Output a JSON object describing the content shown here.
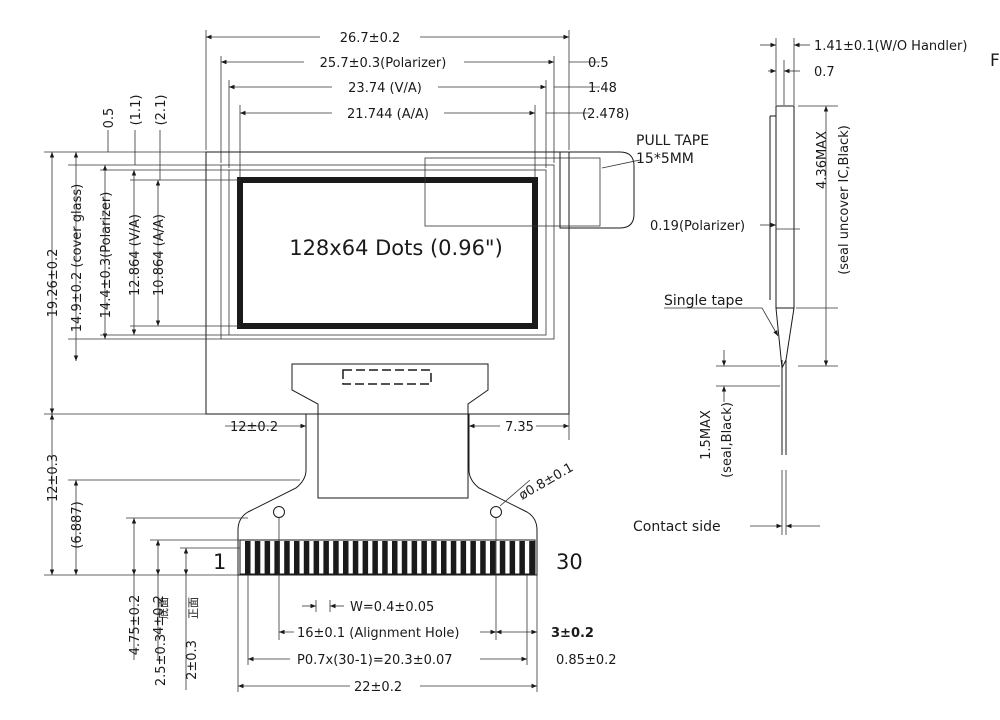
{
  "top_dims": {
    "overall": "26.7±0.2",
    "polarizer": "25.7±0.3(Polarizer)",
    "va": "23.74 (V/A)",
    "aa": "21.744 (A/A)",
    "pol_offset": "0.5",
    "va_offset": "1.48",
    "aa_offset": "(2.478)"
  },
  "left_dims": {
    "top_05": "0.5",
    "top_11": "(1.1)",
    "top_21": "(2.1)",
    "overall_h": "19.26±0.2",
    "cover_glass": "14.9±0.2 (cover glass)",
    "polarizer_h": "14.4±0.3(Polarizer)",
    "va_h": "12.864 (V/A)",
    "aa_h": "10.864 (A/A)",
    "fpc_h": "12±0.3",
    "fpc_h2": "(6.887)",
    "d475": "4.75±0.2",
    "d4": "4±0.2",
    "d25": "2.5±0.3",
    "d2": "2±0.3",
    "back_face": "底面",
    "front_face": "正面"
  },
  "panel_label": "128x64 Dots (0.96\")",
  "pull_tape": {
    "line1": "PULL TAPE",
    "line2": "15*5MM"
  },
  "fpc_dims": {
    "width_12": "12±0.2",
    "offset_735": "7.35",
    "hole": "ø0.8±0.1",
    "pin_first": "1",
    "pin_last": "30",
    "pin_width": "W=0.4±0.05",
    "align_hole": "16±0.1 (Alignment Hole)",
    "hole_dist": "3±0.2",
    "pitch": "P0.7x(30-1)=20.3±0.07",
    "edge": "0.85±0.2",
    "total_w": "22±0.2"
  },
  "side_view": {
    "thick_w": "1.41±0.1(W/O Handler)",
    "thin_w": "0.7",
    "max_h": "4.36MAX",
    "seal_ic": "(seal uncover IC,Black)",
    "polarizer": "0.19(Polarizer)",
    "single_tape": "Single tape",
    "max_seal": "1.5MAX",
    "seal_black": "(seal,Black)",
    "contact_side": "Contact side",
    "edge_letter": "F"
  }
}
